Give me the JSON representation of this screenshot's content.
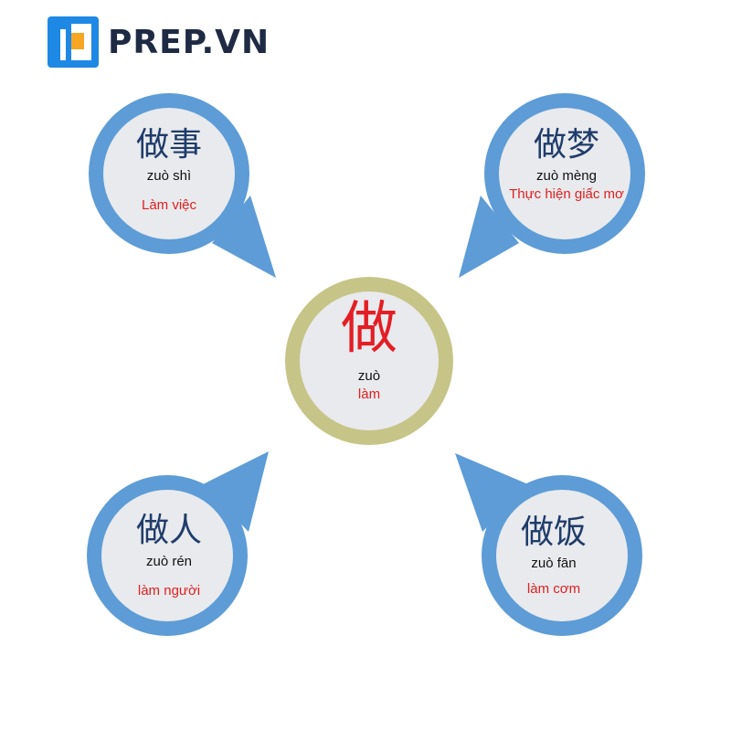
{
  "brand": {
    "name": "PREP.VN"
  },
  "colors": {
    "bubble_border": "#5d9cd6",
    "bubble_fill": "#e8eaed",
    "center_border": "#c7c487",
    "meaning": "#e02020",
    "hanzi": "#1f3c6b",
    "center_hanzi": "#e31e24"
  },
  "center": {
    "hanzi": "做",
    "pinyin": "zuò",
    "meaning": "làm"
  },
  "bubbles": [
    {
      "hanzi": "做事",
      "pinyin": "zuò shì",
      "meaning": "Làm việc"
    },
    {
      "hanzi": "做梦",
      "pinyin": "zuò mèng",
      "meaning": "Thực hiện giấc mơ"
    },
    {
      "hanzi": "做人",
      "pinyin": "zuò rén",
      "meaning": "làm người"
    },
    {
      "hanzi": "做饭",
      "pinyin": "zuò fān",
      "meaning": "làm cơm"
    }
  ]
}
